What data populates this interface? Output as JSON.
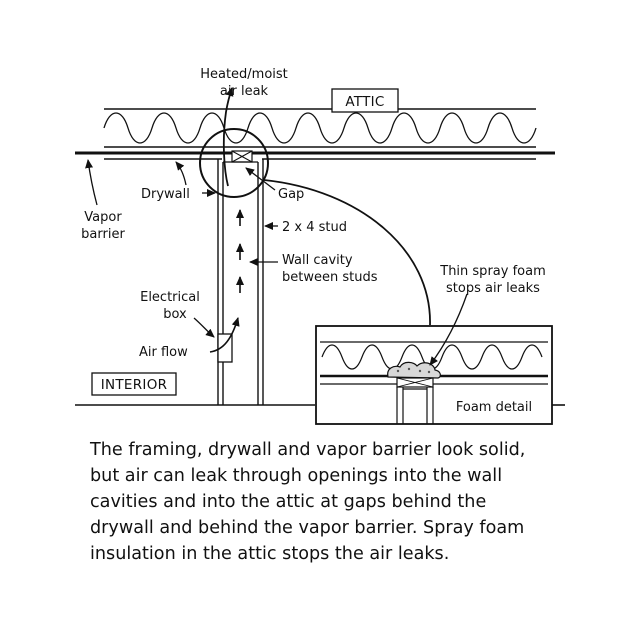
{
  "labels": {
    "heated_moist": "Heated/moist",
    "air_leak": "air leak",
    "attic": "ATTIC",
    "drywall": "Drywall",
    "gap": "Gap",
    "vapor": "Vapor",
    "barrier": "barrier",
    "stud": "2 x 4 stud",
    "wall_cavity": "Wall cavity",
    "between_studs": "between studs",
    "thin_spray_foam": "Thin spray foam",
    "stops_air_leaks": "stops air leaks",
    "electrical": "Electrical",
    "box": "box",
    "air_flow": "Air flow",
    "interior": "INTERIOR",
    "foam_detail": "Foam detail"
  },
  "caption": [
    "The framing, drywall and vapor barrier look solid,",
    "but air can leak through openings into the wall",
    "cavities and into the attic at gaps behind the",
    "drywall and behind the vapor barrier. Spray foam",
    "insulation in the attic stops the air leaks."
  ]
}
